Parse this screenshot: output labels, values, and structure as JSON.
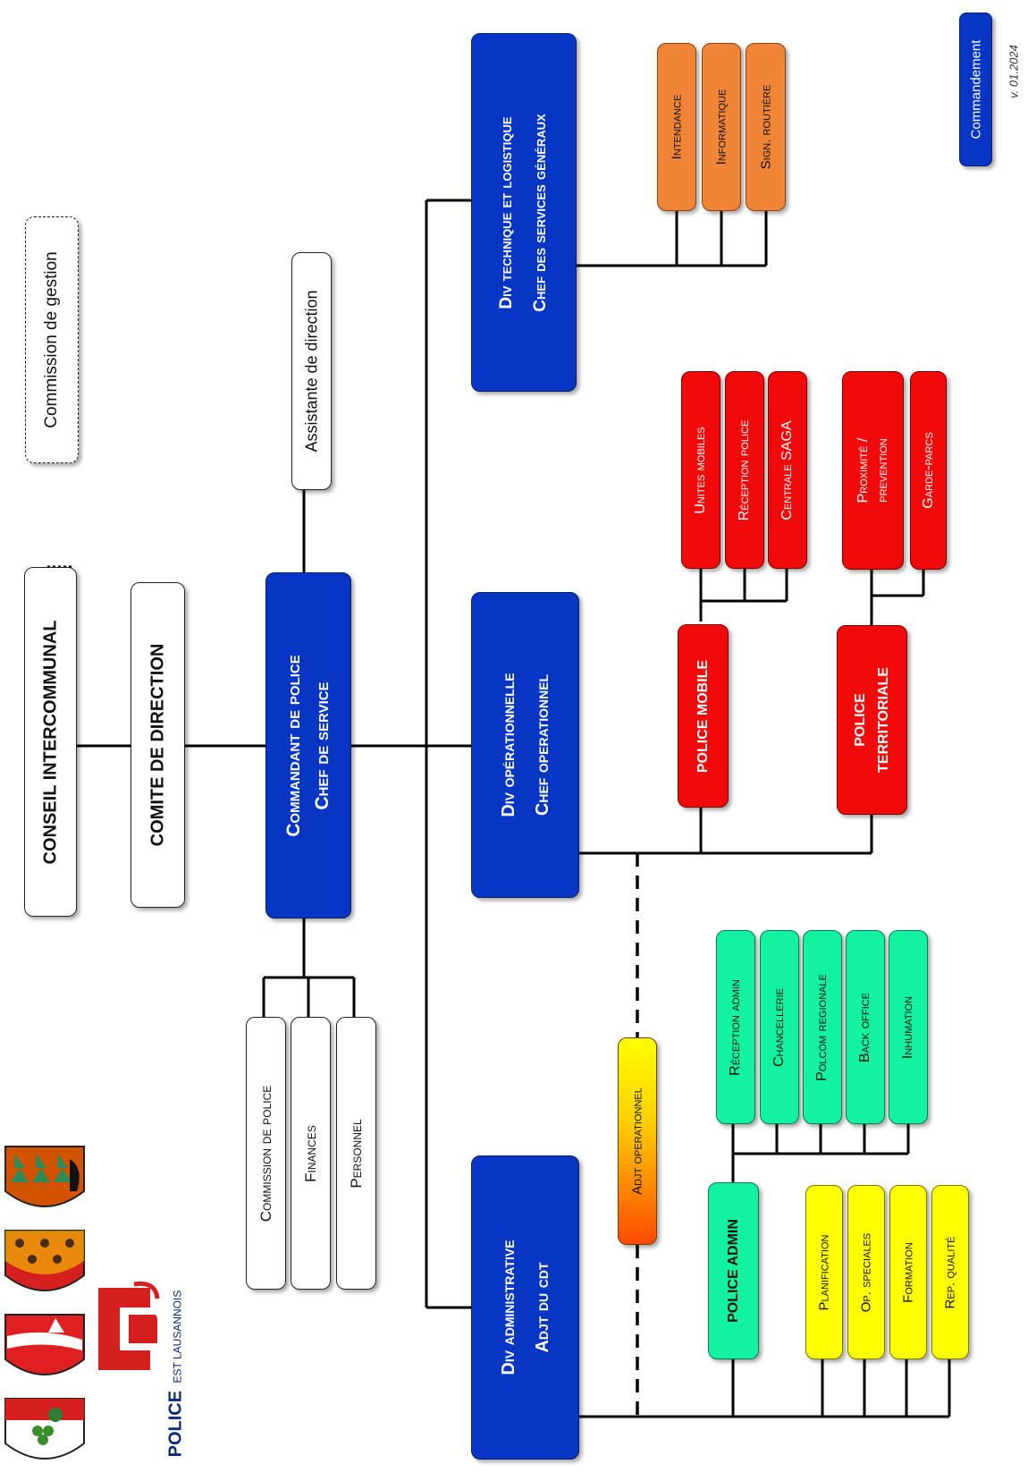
{
  "top": {
    "conseil": "CONSEIL INTERCOMMUNAL",
    "commission_gestion": "Commission de gestion",
    "comite": "COMITE DE DIRECTION"
  },
  "commandant": {
    "line1": "Commandant de police",
    "line2": "Chef de service"
  },
  "assistante": "Assistante de direction",
  "staff": [
    "Commission de police",
    "Finances",
    "Personnel"
  ],
  "div_technique": {
    "line1": "Div technique et logistique",
    "line2": "Chef des services généraux"
  },
  "technique_units": [
    "Intendance",
    "Informatique",
    "Sign. routière"
  ],
  "div_operationnelle": {
    "line1": "Div opérationnelle",
    "line2": "Chef operationnel"
  },
  "police_mobile": {
    "label": "POLICE MOBILE",
    "units": [
      "Unites mobiles",
      "Réception police",
      "Centrale SAGA"
    ]
  },
  "police_territoriale": {
    "line1": "POLICE",
    "line2": "TERRITORIALE",
    "units": [
      {
        "line1": "Proximité /",
        "line2": "prevention"
      },
      {
        "line1": "Garde-parcs",
        "line2": ""
      }
    ]
  },
  "adjt_operationnel": "Adjt operationnel",
  "div_administrative": {
    "line1": "Div administrative",
    "line2": "Adjt du cdt"
  },
  "police_admin": {
    "label": "POLICE ADMIN",
    "units": [
      "Réception admin",
      "Chancellerie",
      "Polcom regionale",
      "Back office",
      "Inhumation"
    ]
  },
  "admin_units": [
    "Planification",
    "Op. speciales",
    "Formation",
    "Rep. qualité"
  ],
  "legend": "Commandement",
  "version": "v. 01.2024",
  "logo": {
    "brand": "POLICE",
    "sub": "EST LAUSANNOIS"
  },
  "colors": {
    "command_blue": "#0836c4",
    "operational_red": "#f20a0a",
    "technical_orange": "#f08437",
    "admin_green": "#12f2a0",
    "staff_yellow": "#ffff00",
    "line": "#000000"
  }
}
